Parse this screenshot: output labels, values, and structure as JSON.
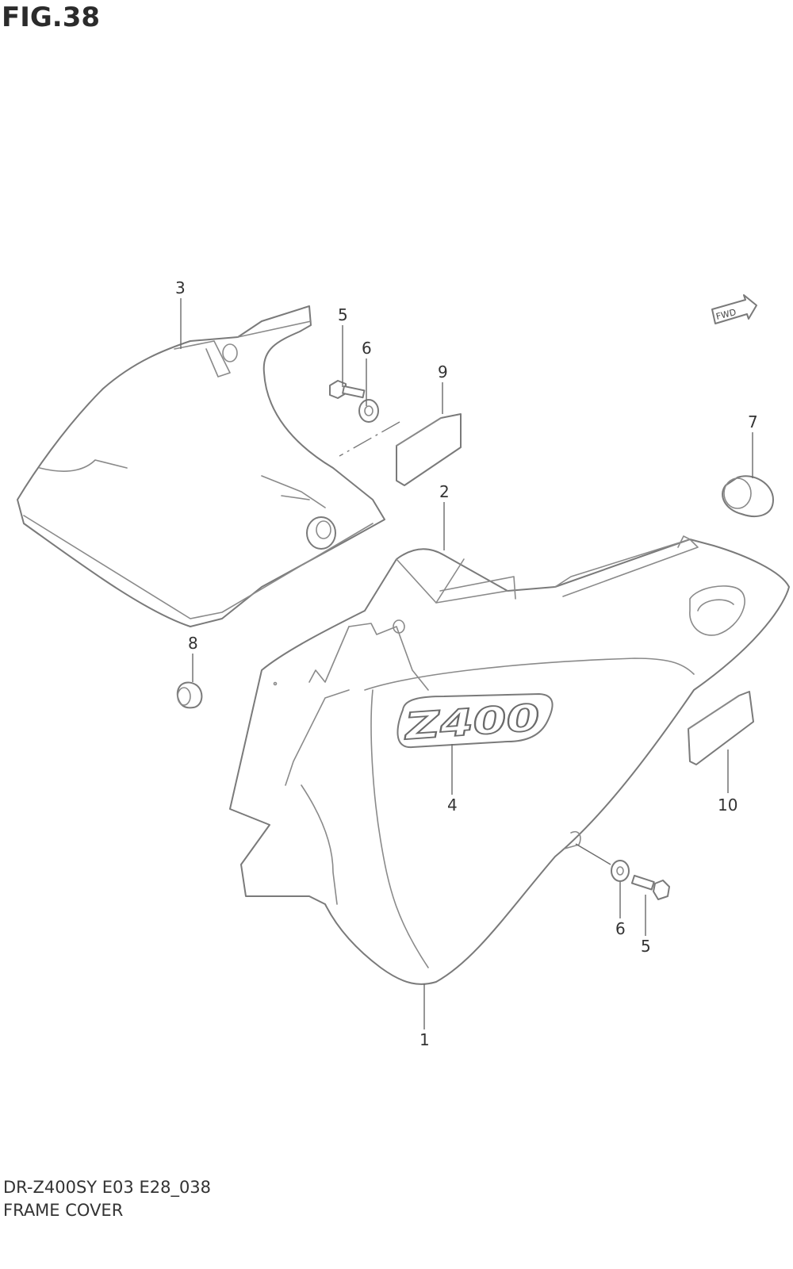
{
  "figure": {
    "title": "FIG.38",
    "model_code": "DR-Z400SY E03 E28_038",
    "caption": "FRAME COVER"
  },
  "badge": {
    "emblem_text": "Z400",
    "fwd_text": "FWD"
  },
  "callouts": [
    {
      "id": "c1",
      "label": "1"
    },
    {
      "id": "c2",
      "label": "2"
    },
    {
      "id": "c3",
      "label": "3"
    },
    {
      "id": "c4",
      "label": "4"
    },
    {
      "id": "c5a",
      "label": "5"
    },
    {
      "id": "c5b",
      "label": "5"
    },
    {
      "id": "c6a",
      "label": "6"
    },
    {
      "id": "c6b",
      "label": "6"
    },
    {
      "id": "c7",
      "label": "7"
    },
    {
      "id": "c8",
      "label": "8"
    },
    {
      "id": "c9",
      "label": "9"
    },
    {
      "id": "c10",
      "label": "10"
    }
  ]
}
